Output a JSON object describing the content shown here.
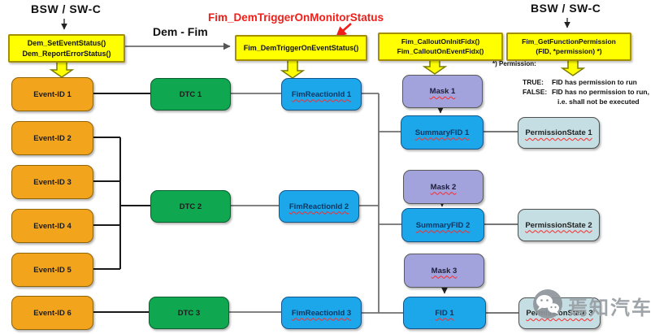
{
  "colors": {
    "api_box_fill": "#ffff00",
    "event_fill": "#f2a41c",
    "dtc_fill": "#0fa850",
    "reaction_fid_fill": "#1ca7ea",
    "mask_fill": "#a2a2dc",
    "permission_state_fill": "#c5dee3",
    "annotation_red": "#ef1f1a",
    "connector_black": "#1a1a1a",
    "connector_gray": "#707070"
  },
  "top": {
    "bsw_left": "BSW / SW-C",
    "bsw_right": "BSW / SW-C",
    "dem_fim_label": "Dem - Fim",
    "annotation": "Fim_DemTriggerOnMonitorStatus"
  },
  "api_boxes": {
    "dem_set_event": {
      "lines": [
        "Dem_SetEventStatus()",
        "Dem_ReportErrorStatus()"
      ]
    },
    "fim_trigger": {
      "lines": [
        "Fim_DemTriggerOnEventStatus()"
      ]
    },
    "fim_callout": {
      "lines": [
        "Fim_CalloutOnInitFidx()",
        "Fim_CalloutOnEventFidx()"
      ]
    },
    "fim_get_permission": {
      "lines": [
        "Fim_GetFunctionPermission",
        "(FID, *permission)  *)"
      ]
    }
  },
  "permission_note": {
    "header": "*) Permission:",
    "true_key": "TRUE:",
    "true_text": "FID has permission to run",
    "false_key": "FALSE:",
    "false_text": "FID has no permission to run,",
    "false_text2": "i.e. shall not be executed"
  },
  "events": [
    "Event-ID 1",
    "Event-ID 2",
    "Event-ID 3",
    "Event-ID 4",
    "Event-ID 5",
    "Event-ID 6"
  ],
  "dtcs": [
    "DTC 1",
    "DTC 2",
    "DTC 3"
  ],
  "reactions": [
    "FimReactionId 1",
    "FimReactionId 2",
    "FimReactionId 3"
  ],
  "masks": [
    "Mask 1",
    "Mask 2",
    "Mask 3"
  ],
  "fids": [
    "SummaryFID 1",
    "SummaryFID 2",
    "FID 1"
  ],
  "permission_states": [
    "PermissionState 1",
    "PermissionState 2",
    "PermissionState 3"
  ],
  "watermark": {
    "text": "焉知汽车"
  }
}
